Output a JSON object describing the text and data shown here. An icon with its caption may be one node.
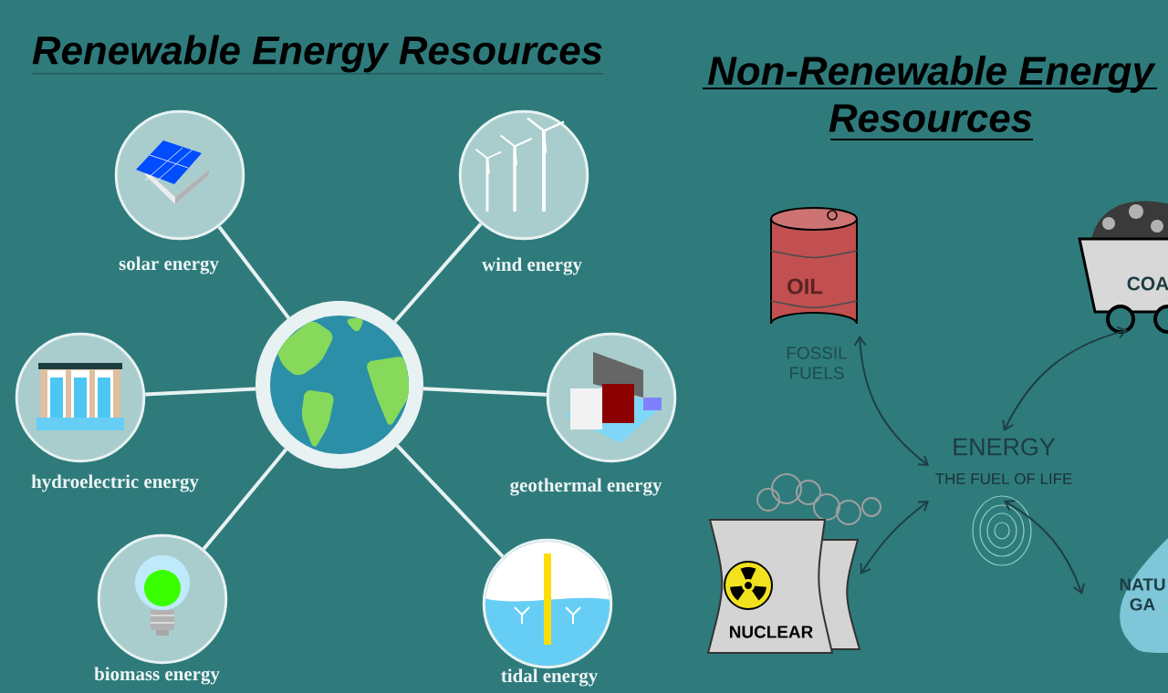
{
  "diagram": {
    "title": "Renewable Energy Resources",
    "nodes": [
      {
        "text": [],
        "shape": "picture"
      },
      {
        "text": [
          "solar energy"
        ]
      },
      {
        "text": [
          "wind energy"
        ]
      },
      {
        "text": [
          "hydroelectric energy"
        ]
      },
      {
        "text": [
          "geothermal energy"
        ]
      },
      {
        "text": [
          "biomass energy"
        ]
      },
      {
        "text": [
          "tidal energy"
        ]
      },
      {
        "text": [
          "OIL",
          "FOSSIL FUELS"
        ]
      },
      {
        "text": [
          "COA"
        ]
      },
      {
        "text": [
          "ENERGY",
          "THE FUEL OF LIFE"
        ]
      },
      {
        "text": [
          "NUCLEAR"
        ]
      },
      {
        "text": [
          "NATU GA"
        ]
      }
    ],
    "edges": [
      {
        "from": 0,
        "to": 1,
        "arrow": "none"
      },
      {
        "from": 0,
        "to": 2,
        "arrow": "none"
      },
      {
        "from": 0,
        "to": 3,
        "arrow": "none"
      },
      {
        "from": 0,
        "to": 4,
        "arrow": "none"
      },
      {
        "from": 0,
        "to": 5,
        "arrow": "none"
      },
      {
        "from": 0,
        "to": 6,
        "arrow": "none"
      },
      {
        "from": 9,
        "to": 7,
        "arrow": "both",
        "color": "#1e3f45"
      },
      {
        "from": 9,
        "to": 8,
        "arrow": "both",
        "color": "#1e3f45"
      },
      {
        "from": 9,
        "to": 10,
        "arrow": "both",
        "color": "#1e3f45"
      },
      {
        "from": 9,
        "to": 11,
        "arrow": "both",
        "color": "#1e3f45"
      }
    ],
    "labels": [
      "Non-Renewable Energy Resources"
    ]
  }
}
